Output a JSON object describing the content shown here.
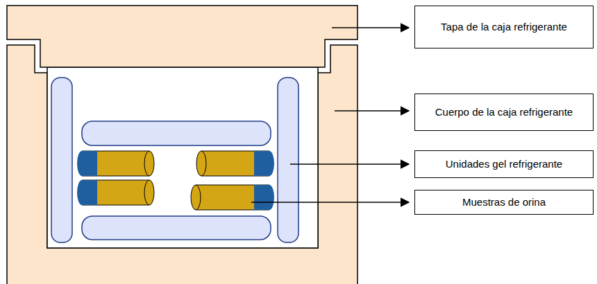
{
  "diagram": {
    "nodes": [
      {
        "text": [
          "Tapa de la caja refrigerante"
        ]
      },
      {
        "text": [
          "Cuerpo de la caja refrigerante"
        ]
      },
      {
        "text": [
          "Unidades gel refrigerante"
        ]
      },
      {
        "text": [
          "Muestras de orina"
        ]
      }
    ]
  }
}
